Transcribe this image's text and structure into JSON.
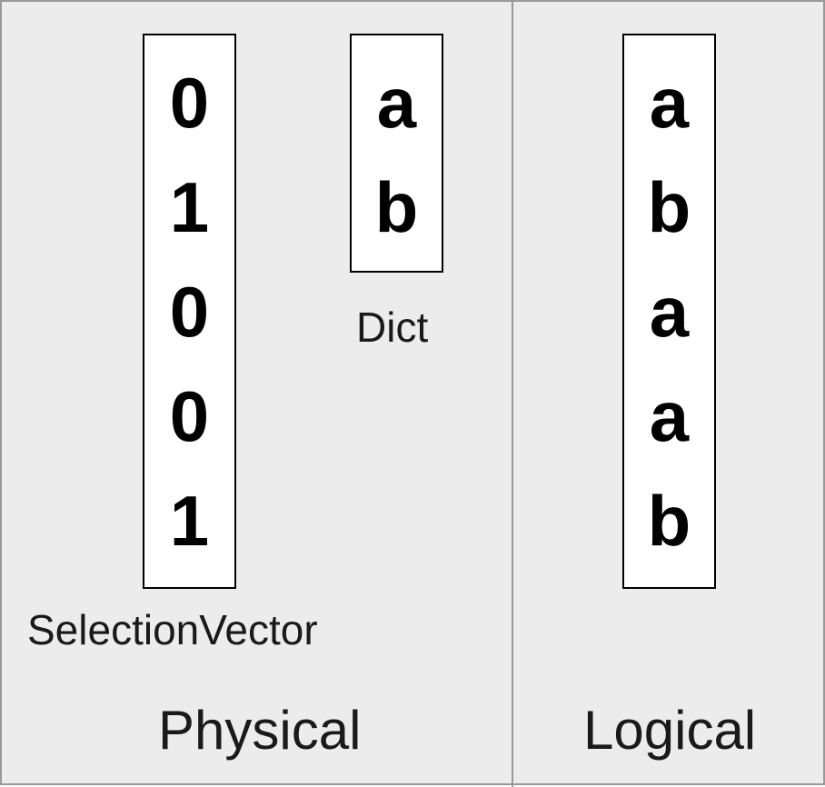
{
  "physical": {
    "title": "Physical",
    "selection_vector": {
      "label": "SelectionVector",
      "values": [
        "0",
        "1",
        "0",
        "0",
        "1"
      ]
    },
    "dict": {
      "label": "Dict",
      "values": [
        "a",
        "b"
      ]
    }
  },
  "logical": {
    "title": "Logical",
    "values": [
      "a",
      "b",
      "a",
      "a",
      "b"
    ]
  },
  "colors": {
    "panel_background": "#ececec",
    "border": "#999999",
    "box_fill": "#ffffff",
    "box_border": "#000000"
  }
}
